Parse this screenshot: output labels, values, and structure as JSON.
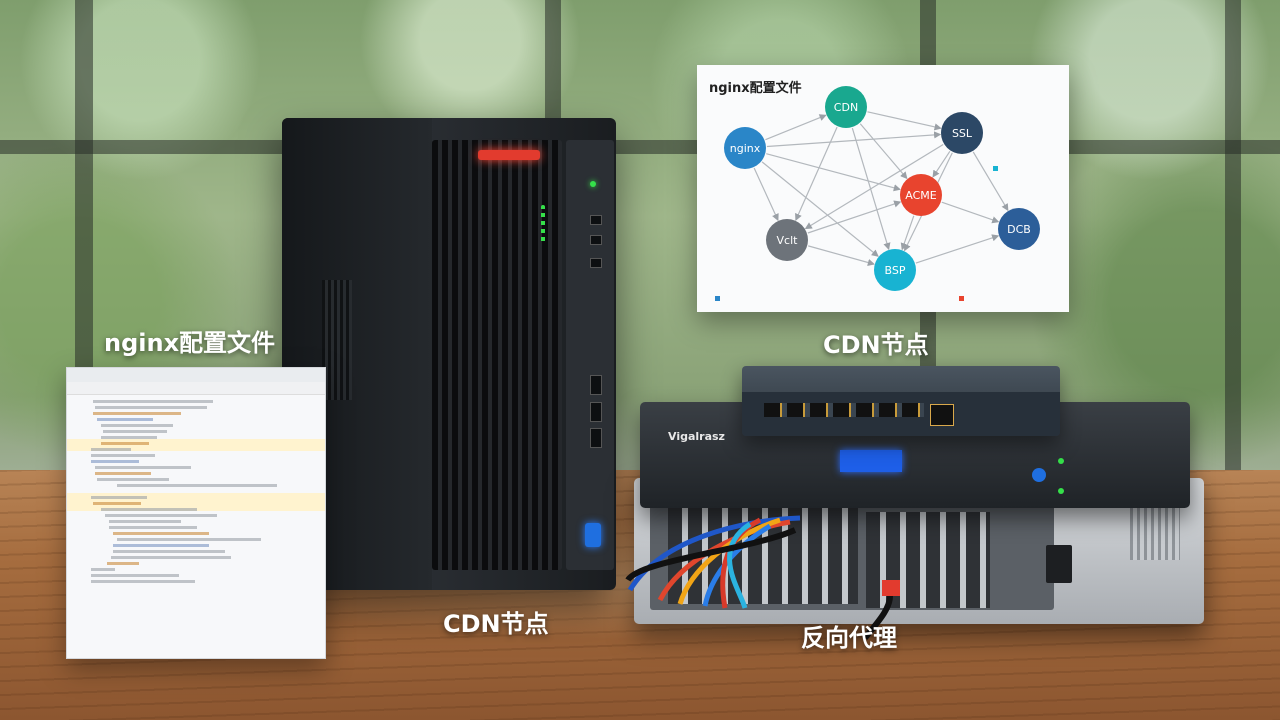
{
  "captions": {
    "nginx_config": "nginx配置文件",
    "cdn_node_diagram": "CDN节点",
    "cdn_node_tower": "CDN节点",
    "reverse_proxy": "反向代理"
  },
  "diagram": {
    "title": "nginx配置文件",
    "nodes": [
      {
        "id": "n1",
        "label": "CDN",
        "color": "#19a88f"
      },
      {
        "id": "n2",
        "label": "nginx",
        "color": "#2a86c8"
      },
      {
        "id": "n3",
        "label": "SSL",
        "color": "#2c4866"
      },
      {
        "id": "n4",
        "label": "ACME",
        "color": "#e8442e"
      },
      {
        "id": "n5",
        "label": "Vclt",
        "color": "#6d737a"
      },
      {
        "id": "n6",
        "label": "BSP",
        "color": "#18b3d2"
      },
      {
        "id": "n7",
        "label": "DCB",
        "color": "#2c5e99"
      }
    ]
  },
  "devices": {
    "router_brand": "Vigalrasz"
  },
  "colors": {
    "accent_blue": "#1f6fe0",
    "led_red": "#e23b2e",
    "led_green": "#35e04a"
  }
}
